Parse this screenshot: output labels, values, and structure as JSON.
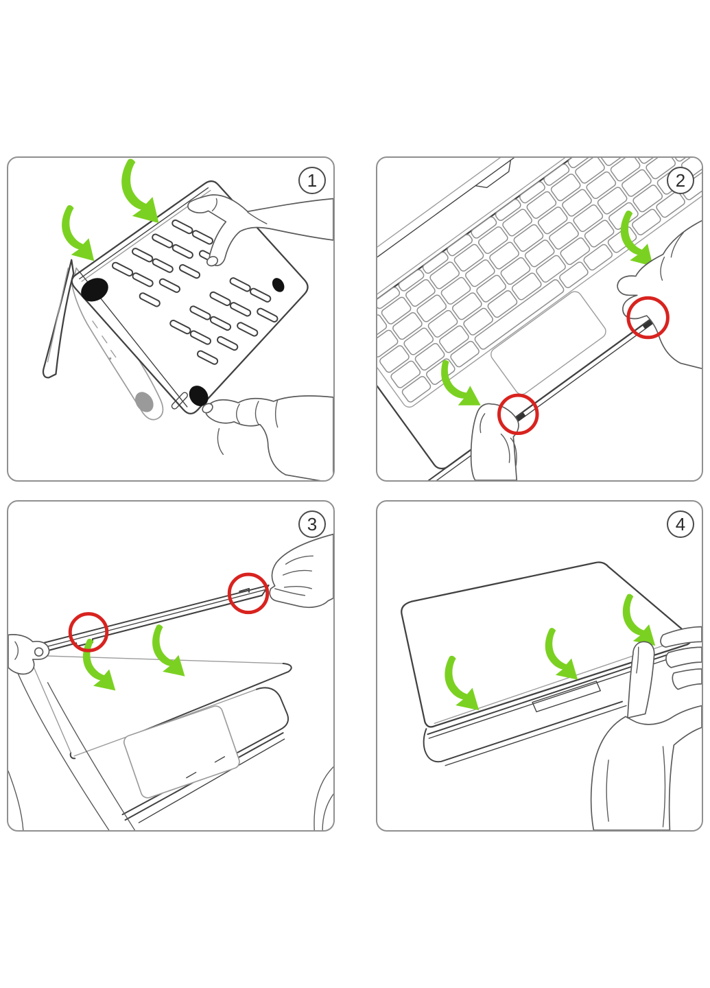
{
  "page": {
    "background": "#ffffff"
  },
  "panels": [
    {
      "number": "1"
    },
    {
      "number": "2"
    },
    {
      "number": "3"
    },
    {
      "number": "4"
    }
  ],
  "colors": {
    "arrow_green": "#7bd121",
    "marker_red": "#d8231f",
    "line_dark": "#414141",
    "line_light": "#9b9b9b",
    "panel_border": "#8f8f8f",
    "badge_ink": "#2b2b2b",
    "foot_black": "#121212"
  },
  "icons": {
    "green_arrow": "curved-down-arrow",
    "red_circle": "highlight-ring",
    "number_badge": "circled-step-number"
  }
}
